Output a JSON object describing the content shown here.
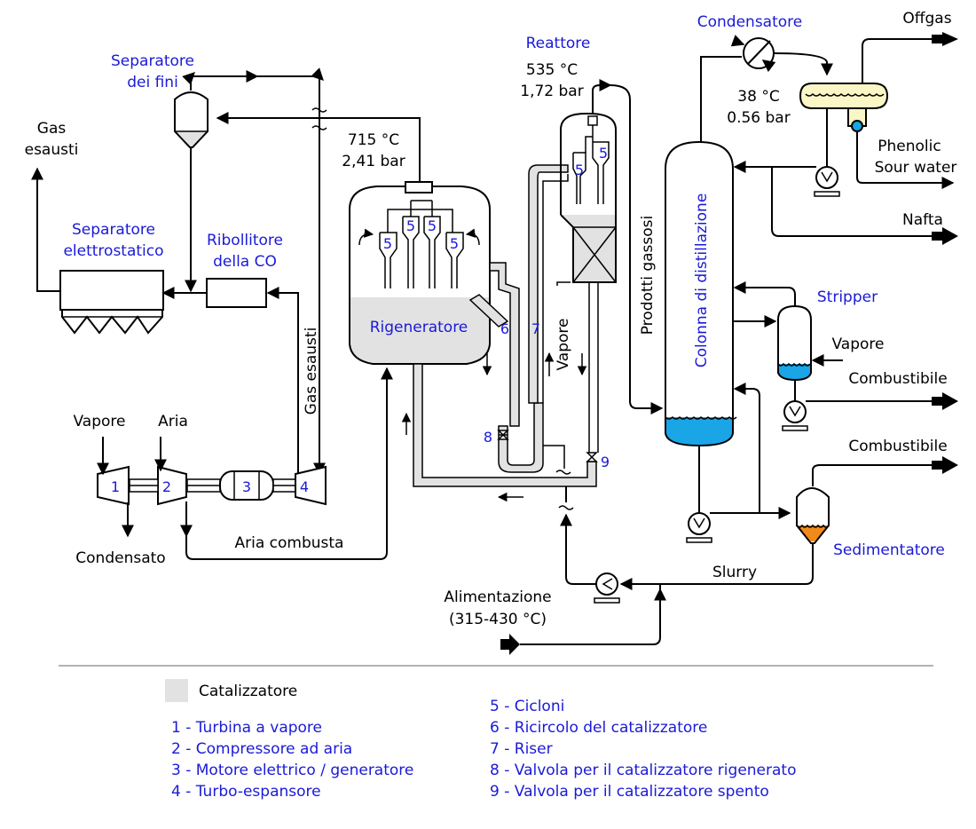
{
  "labels": {
    "separatore_fini": [
      "Separatore",
      "dei fini"
    ],
    "gas_esausti_top": [
      "Gas",
      "esausti"
    ],
    "separatore_elettrostatico": [
      "Separatore",
      "elettrostatico"
    ],
    "ribollitore": [
      "Ribollitore",
      "della CO"
    ],
    "gas_esausti_vertical": "Gas esausti",
    "vapore_left": "Vapore",
    "aria": "Aria",
    "condensato": "Condensato",
    "aria_combusta": "Aria combusta",
    "regen_conditions": [
      "715 °C",
      "2,41 bar"
    ],
    "rigeneratore": "Rigeneratore",
    "reattore": "Reattore",
    "reactor_conditions": [
      "535 °C",
      "1,72 bar"
    ],
    "prodotti_gassosi": "Prodotti gassosi",
    "vapore_riser": "Vapore",
    "condensatore": "Condensatore",
    "cond_conditions": [
      "38 °C",
      "0.56 bar"
    ],
    "offgas": "Offgas",
    "phenolic": [
      "Phenolic",
      "Sour water"
    ],
    "nafta": "Nafta",
    "colonna": "Colonna di distillazione",
    "stripper": "Stripper",
    "vapore_stripper": "Vapore",
    "combustibile_1": "Combustibile",
    "combustibile_2": "Combustibile",
    "sedimentatore": "Sedimentatore",
    "slurry": "Slurry",
    "alimentazione": [
      "Alimentazione",
      "(315-430 °C)"
    ]
  },
  "numbers": {
    "n1": "1",
    "n2": "2",
    "n3": "3",
    "n4": "4",
    "n5": "5",
    "n6": "6",
    "n7": "7",
    "n8": "8",
    "n9": "9"
  },
  "legend": {
    "catalyst": "Catalizzatore",
    "col1": [
      "1 - Turbina a vapore",
      "2 - Compressore ad aria",
      "3 - Motore elettrico / generatore",
      "4 - Turbo-espansore"
    ],
    "col2": [
      "5 - Cicloni",
      "6 - Ricircolo del catalizzatore",
      "7 - Riser",
      "8 - Valvola per il catalizzatore rigenerato",
      "9 - Valvola per il catalizzatore spento"
    ]
  },
  "colors": {
    "label_blue": "#1a1ad8",
    "catalyst_gray": "#e2e2e2",
    "liquid_blue": "#1aa5e6",
    "sediment_orange": "#f08a1a",
    "condenser_yellow": "#fbf6c6"
  }
}
